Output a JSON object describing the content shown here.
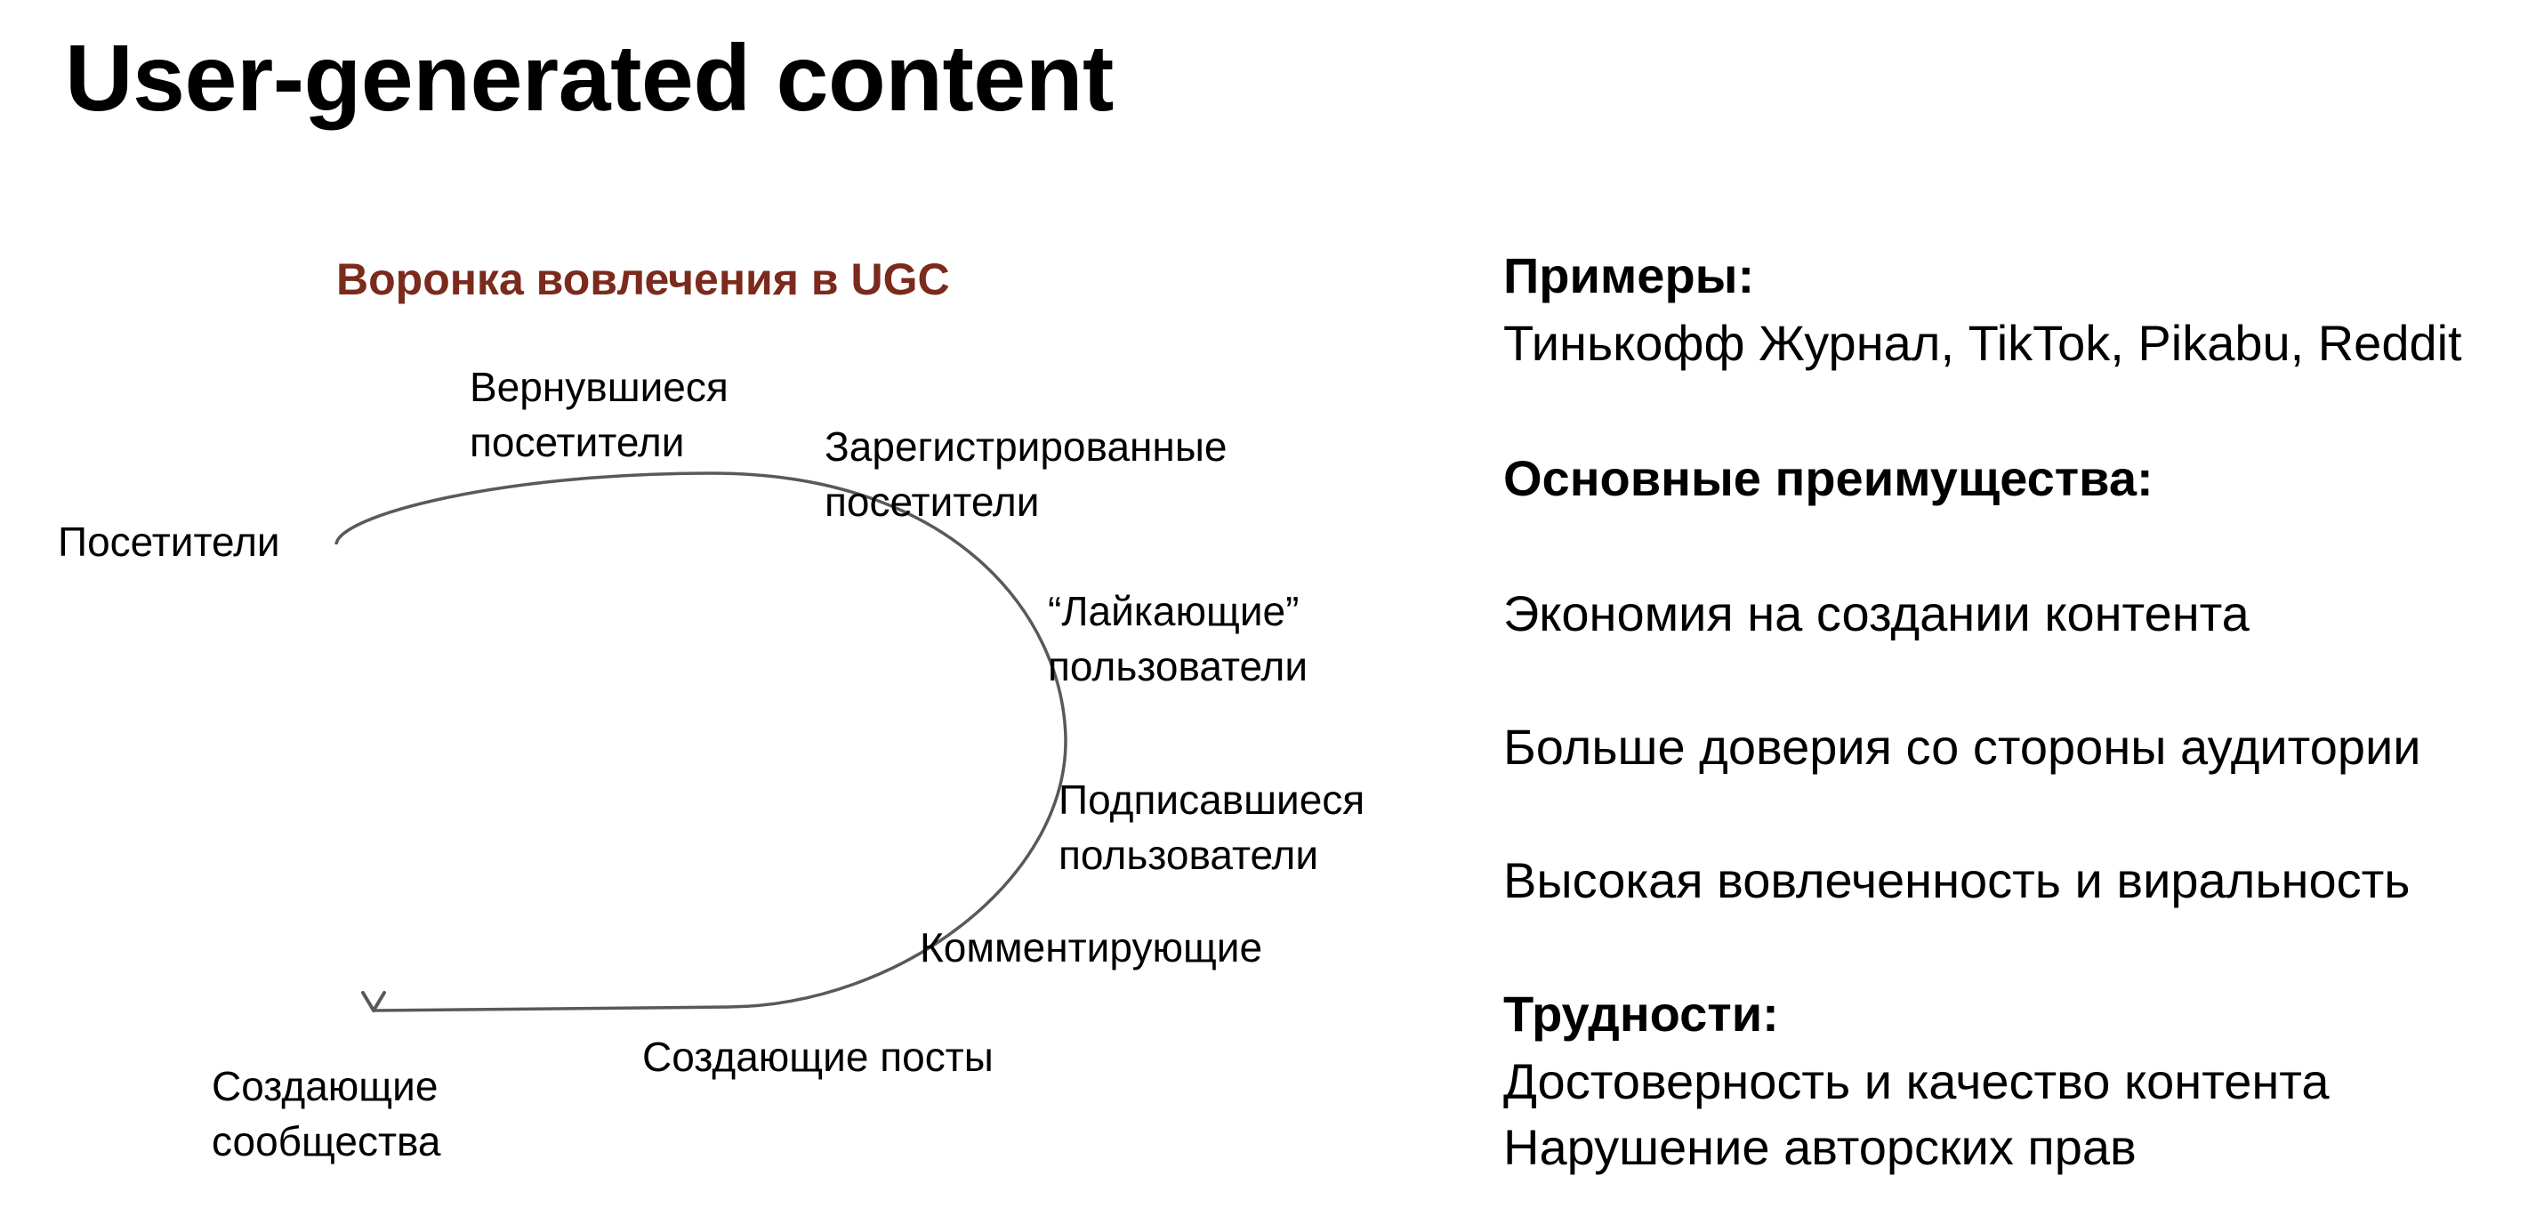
{
  "title": "User-generated content",
  "funnel": {
    "title": "Воронка вовлечения в UGC",
    "title_color": "#7b2a1c",
    "curve_color": "#595959",
    "stages": {
      "visitors": [
        "Посетители"
      ],
      "returning": [
        "Вернувшиеся",
        "посетители"
      ],
      "registered": [
        "Зарегистрированные",
        "посетители"
      ],
      "liking": [
        "“Лайкающие”",
        "пользователи"
      ],
      "subscribed": [
        "Подписавшиеся",
        "пользователи"
      ],
      "commenting": [
        "Комментирующие"
      ],
      "posting": [
        "Создающие посты"
      ],
      "communities": [
        "Создающие",
        "сообщества"
      ]
    }
  },
  "examples": {
    "heading": "Примеры:",
    "text": "Тинькофф Журнал, TikTok, Pikabu, Reddit"
  },
  "advantages": {
    "heading": "Основные преимущества:",
    "items": [
      "Экономия на создании контента",
      "Больше доверия со стороны аудитории",
      "Высокая вовлеченность и виральность"
    ]
  },
  "difficulties": {
    "heading": "Трудности:",
    "items": [
      "Достоверность и качество контента",
      "Нарушение авторских прав"
    ]
  }
}
